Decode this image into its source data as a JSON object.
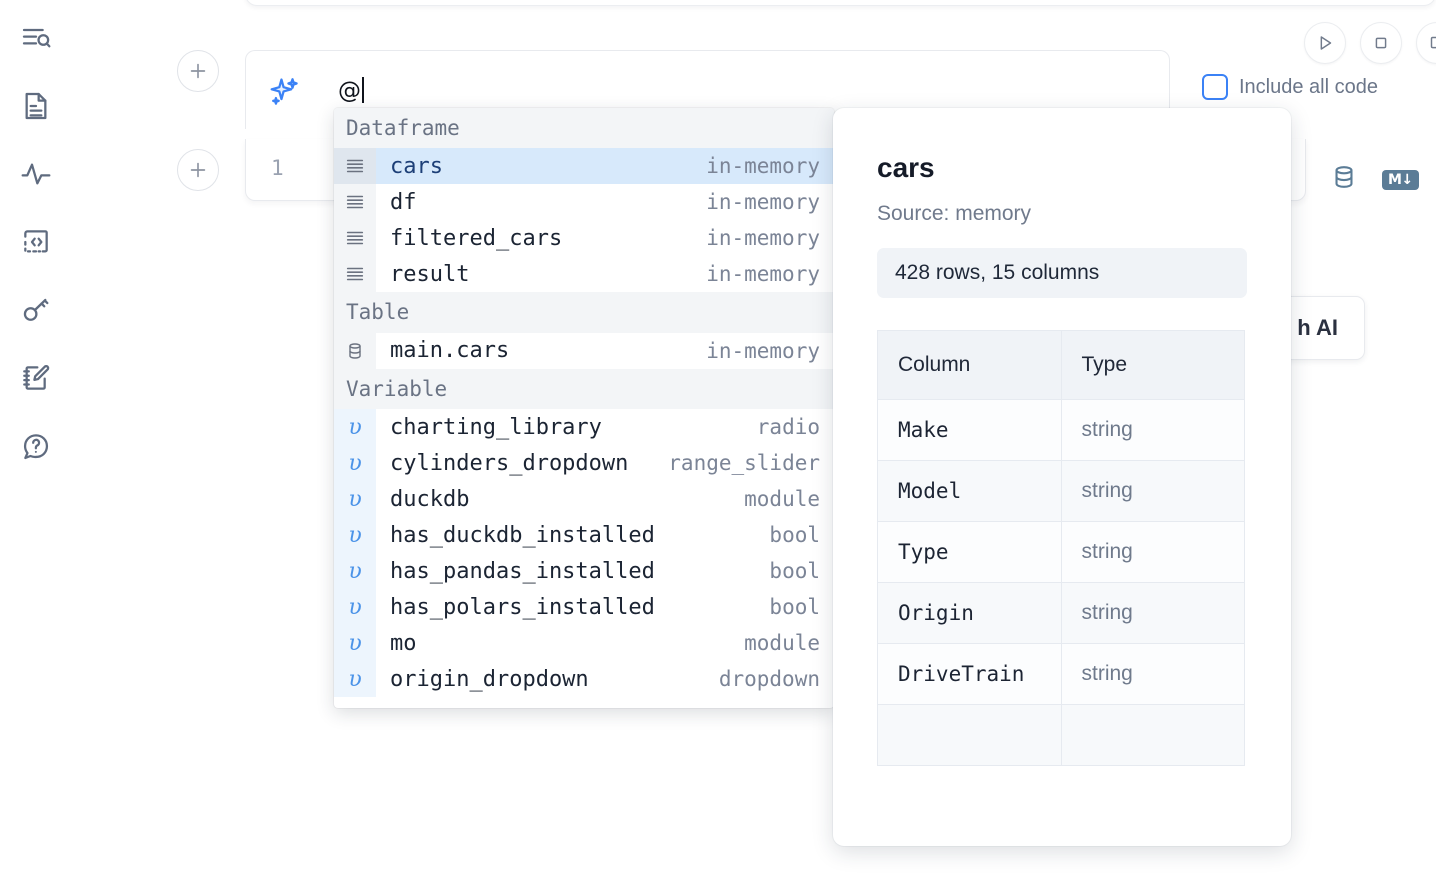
{
  "sidebar": {
    "items": [
      {
        "name": "outline-search-icon",
        "label": "Outline / search"
      },
      {
        "name": "file-explorer-icon",
        "label": "Files"
      },
      {
        "name": "activity-icon",
        "label": "Activity"
      },
      {
        "name": "snippets-icon",
        "label": "Snippets"
      },
      {
        "name": "secrets-key-icon",
        "label": "Secrets"
      },
      {
        "name": "scratchpad-icon",
        "label": "Scratchpad"
      },
      {
        "name": "help-icon",
        "label": "Help"
      }
    ]
  },
  "ai_cell": {
    "input_value": "@",
    "sparkle_icon": "sparkles-icon",
    "add_cell_label": "+",
    "include_all_code_label": "Include all code",
    "include_all_code_checked": false,
    "accent_color": "#3b82f6"
  },
  "run_controls": {
    "run_label": "▷",
    "stop_label": "□"
  },
  "code_cell": {
    "line_number": "1",
    "database_icon": "database-icon",
    "markdown_badge": "M↓"
  },
  "ai_hint_card": {
    "text": "h AI"
  },
  "completion": {
    "groups": [
      {
        "title": "Dataframe",
        "icon": "dataframe-icon",
        "kind_class": "df",
        "items": [
          {
            "name": "cars",
            "kind": "in-memory",
            "selected": true
          },
          {
            "name": "df",
            "kind": "in-memory",
            "selected": false
          },
          {
            "name": "filtered_cars",
            "kind": "in-memory",
            "selected": false
          },
          {
            "name": "result",
            "kind": "in-memory",
            "selected": false
          }
        ]
      },
      {
        "title": "Table",
        "icon": "table-database-icon",
        "kind_class": "tbl",
        "items": [
          {
            "name": "main.cars",
            "kind": "in-memory",
            "selected": false
          }
        ]
      },
      {
        "title": "Variable",
        "icon": "variable-icon",
        "kind_class": "var",
        "items": [
          {
            "name": "charting_library",
            "kind": "radio",
            "selected": false
          },
          {
            "name": "cylinders_dropdown",
            "kind": "range_slider",
            "selected": false
          },
          {
            "name": "duckdb",
            "kind": "module",
            "selected": false
          },
          {
            "name": "has_duckdb_installed",
            "kind": "bool",
            "selected": false
          },
          {
            "name": "has_pandas_installed",
            "kind": "bool",
            "selected": false
          },
          {
            "name": "has_polars_installed",
            "kind": "bool",
            "selected": false
          },
          {
            "name": "mo",
            "kind": "module",
            "selected": false
          },
          {
            "name": "origin_dropdown",
            "kind": "dropdown",
            "selected": false
          }
        ]
      }
    ],
    "variable_glyph": "υ"
  },
  "info_panel": {
    "title": "cars",
    "source": "Source: memory",
    "shape": "428 rows, 15 columns",
    "table": {
      "headers": [
        "Column",
        "Type"
      ],
      "rows": [
        [
          "Make",
          "string"
        ],
        [
          "Model",
          "string"
        ],
        [
          "Type",
          "string"
        ],
        [
          "Origin",
          "string"
        ],
        [
          "DriveTrain",
          "string"
        ]
      ]
    }
  }
}
